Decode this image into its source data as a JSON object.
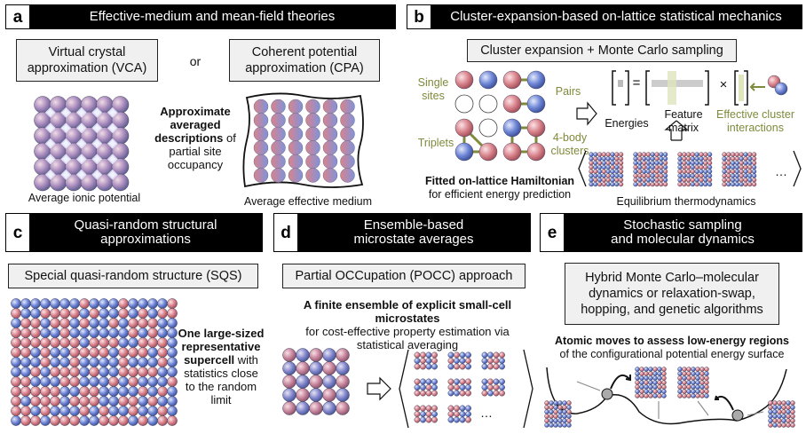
{
  "panel_a": {
    "letter": "a",
    "title": "Effective-medium and mean-field theories",
    "vca": "Virtual crystal approximation (VCA)",
    "or": "or",
    "cpa": "Coherent potential approximation (CPA)",
    "desc_bold": "Approximate averaged descriptions",
    "desc_rest": "of partial site occupancy",
    "vca_caption": "Average ionic potential",
    "cpa_caption": "Average effective medium"
  },
  "panel_b": {
    "letter": "b",
    "title": "Cluster-expansion-based on-lattice statistical mechanics",
    "box": "Cluster expansion + Monte Carlo sampling",
    "single_sites": "Single sites",
    "pairs": "Pairs",
    "triplets": "Triplets",
    "four_body": "4-body clusters",
    "hamiltonian_bold": "Fitted on-lattice Hamiltonian",
    "hamiltonian_rest": "for efficient energy prediction",
    "energies": "Energies",
    "eq": "=",
    "times": "×",
    "feature_matrix": "Feature matrix",
    "eci": "Effective cluster interactions",
    "ellipsis": "…",
    "thermo": "Equilibrium thermodynamics"
  },
  "panel_c": {
    "letter": "c",
    "title": "Quasi-random structural approximations",
    "box": "Special quasi-random structure (SQS)",
    "desc_bold": "One large-sized representative supercell",
    "desc_rest": "with statistics close to the random limit"
  },
  "panel_d": {
    "letter": "d",
    "title": "Ensemble-based microstate averages",
    "box": "Partial OCCupation (POCC) approach",
    "desc_bold": "A finite ensemble of explicit small-cell microstates",
    "desc_rest": "for cost-effective property estimation via statistical averaging",
    "ellipsis": "…"
  },
  "panel_e": {
    "letter": "e",
    "title": "Stochastic sampling and molecular dynamics",
    "box": "Hybrid Monte Carlo–molecular dynamics or relaxation-swap, hopping, and genetic algorithms",
    "desc_bold": "Atomic moves to assess low-energy regions",
    "desc_rest": "of the configurational potential energy surface"
  },
  "colors": {
    "red": "#d9838c",
    "blue": "#6f86d6",
    "olive": "#7f8a3a"
  }
}
